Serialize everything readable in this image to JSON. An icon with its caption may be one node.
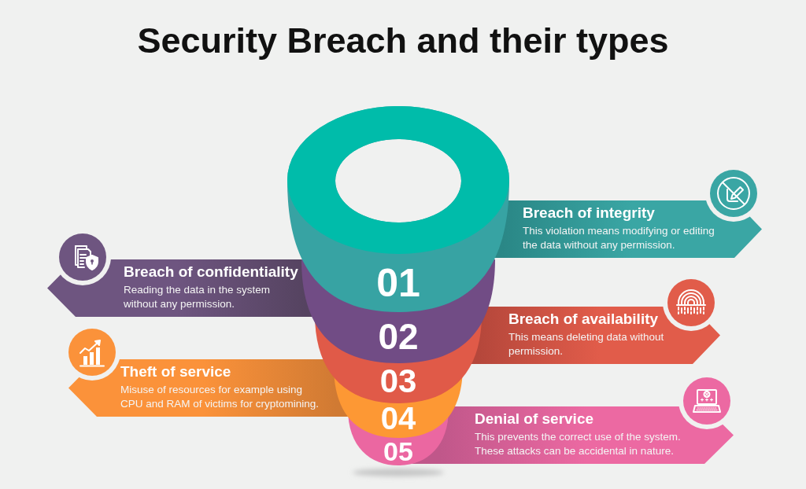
{
  "diagram": {
    "title": "Security Breach and their types",
    "nodes": [
      {
        "text": [
          "Breach of integrity",
          "This violation means modifying or editing the data without any permission."
        ]
      },
      {
        "text": [
          "Breach of confidentiality",
          "Reading the data in the system without any permission."
        ]
      },
      {
        "text": [
          "Breach of availability",
          "This means deleting data without permission."
        ]
      },
      {
        "text": [
          "Theft of service",
          "Misuse of resources for example using CPU and RAM of victims for cryptomining."
        ]
      },
      {
        "text": [
          "Denial of service",
          "This prevents the correct use of the system. These attacks can be accidental in nature."
        ]
      }
    ],
    "labels": [
      "01",
      "02",
      "03",
      "04",
      "05"
    ]
  }
}
